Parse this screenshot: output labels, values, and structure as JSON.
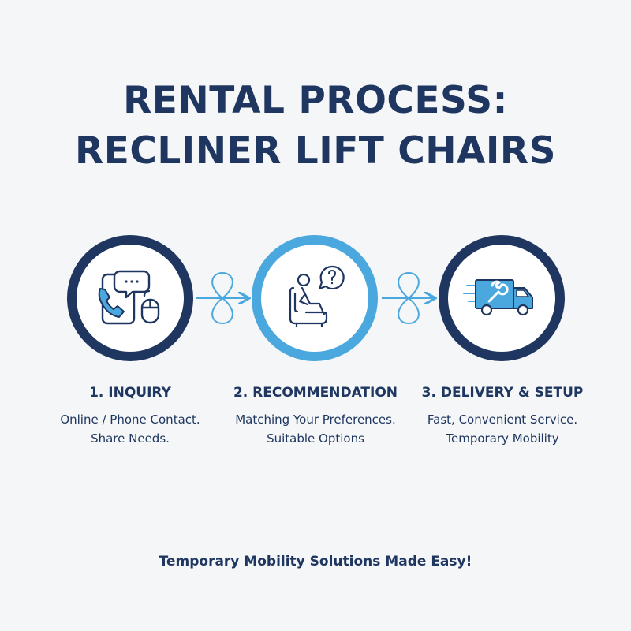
{
  "title": {
    "line1": "RENTAL PROCESS:",
    "line2": "RECLINER LIFT CHAIRS"
  },
  "steps": [
    {
      "title": "1. INQUIRY",
      "desc_line1": "Online / Phone Contact.",
      "desc_line2": "Share Needs.",
      "icon": "phone-chat-mouse-icon"
    },
    {
      "title": "2. RECOMMENDATION",
      "desc_line1": "Matching Your Preferences.",
      "desc_line2": "Suitable Options",
      "icon": "person-recliner-question-icon"
    },
    {
      "title": "3. DELIVERY & SETUP",
      "desc_line1": "Fast, Convenient Service.",
      "desc_line2": "Temporary Mobility",
      "icon": "delivery-truck-wrench-icon"
    }
  ],
  "tagline": "Temporary Mobility Solutions Made Easy!",
  "colors": {
    "navy": "#1e3660",
    "light_blue": "#4aa8de",
    "background": "#f5f6f7"
  }
}
